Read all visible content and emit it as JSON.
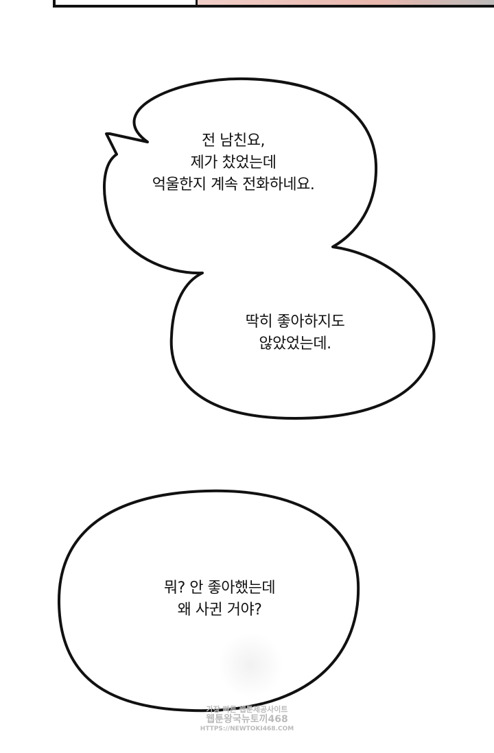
{
  "bubbles": [
    {
      "lines": [
        "전 남친요,",
        "제가 찼었는데",
        "억울한지 계속 전화하네요."
      ]
    },
    {
      "lines": [
        "딱히 좋아하지도",
        "않았었는데."
      ]
    },
    {
      "lines": [
        "뭐? 안 좋아했는데",
        "왜 사귄 거야?"
      ]
    }
  ],
  "watermark": {
    "line1": "가장 빠른 웹툰제공사이트",
    "line2": "웹툰왕국뉴토끼468",
    "line3": "HTTPS://NEWTOKI468.COM"
  }
}
